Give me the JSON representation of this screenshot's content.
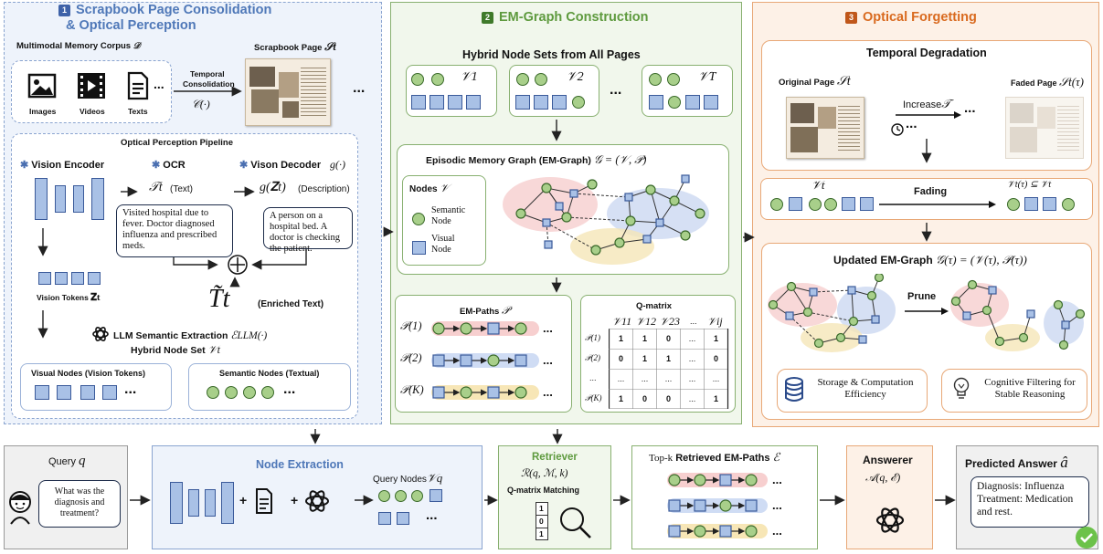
{
  "panel1": {
    "badge": "1",
    "title_line1": "Scrapbook Page Consolidation",
    "title_line2": "& Optical Perception",
    "corpus_label": "Multimodal Memory Corpus",
    "corpus_symbol": "𝒟",
    "scrapbook_label": "Scrapbook Page",
    "scrapbook_symbol": "𝒮t",
    "media": [
      "Images",
      "Videos",
      "Texts"
    ],
    "temporal_label_1": "Temporal",
    "temporal_label_2": "Consolidation",
    "consolidation_fn": "𝒞(·)",
    "ellipsis": "...",
    "pipeline_title": "Optical Perception Pipeline",
    "vision_encoder": "Vision Encoder",
    "ocr": "OCR",
    "vision_decoder": "Vison Decoder",
    "decoder_fn": "g(·)",
    "ocr_output_sym": "𝒯t",
    "ocr_output_label": "(Text)",
    "decoder_output_sym": "g(𝐙t)",
    "decoder_output_label": "(Description)",
    "ocr_callout": "Visited hospital due to fever. Doctor diagnosed influenza and prescribed meds.",
    "decoder_callout": "A person on a hospital bed. A doctor is checking the patient.",
    "vision_tokens_label": "Vision Tokens",
    "vision_tokens_sym": "𝐙t",
    "enriched_sym": "T̃t",
    "enriched_label": "(Enriched Text)",
    "llm_label": "LLM Semantic Extraction",
    "llm_fn": "ℰLLM(·)",
    "hybrid_label": "Hybrid Node Set",
    "hybrid_sym": "𝒱t",
    "visual_nodes_label": "Visual Nodes (Vision Tokens)",
    "semantic_nodes_label": "Semantic Nodes (Textual)"
  },
  "panel2": {
    "badge": "2",
    "title": "EM-Graph Construction",
    "hybrid_title": "Hybrid Node Sets from All Pages",
    "set_labels": [
      "𝒱1",
      "𝒱2",
      "𝒱T"
    ],
    "graph_title": "Episodic Memory Graph (EM-Graph)",
    "graph_sym": "𝒢 = (𝒱, 𝒫)",
    "nodes_label": "Nodes",
    "nodes_sym": "𝒱",
    "semantic_node": "Semantic Node",
    "visual_node": "Visual Node",
    "paths_title": "EM-Paths",
    "paths_sym": "𝒫",
    "path_labels": [
      "𝒫(1)",
      "𝒫(2)",
      "𝒫(K)"
    ],
    "qmatrix_title": "Q-matrix",
    "q_cols": [
      "𝒱11",
      "𝒱12",
      "𝒱23",
      "...",
      "𝒱ij"
    ],
    "q_rows": [
      {
        "label": "𝒫(1)",
        "cells": [
          "1",
          "1",
          "0",
          "...",
          "1"
        ]
      },
      {
        "label": "𝒫(2)",
        "cells": [
          "0",
          "1",
          "1",
          "...",
          "0"
        ]
      },
      {
        "label": "...",
        "cells": [
          "...",
          "...",
          "...",
          "...",
          "..."
        ]
      },
      {
        "label": "𝒫(K)",
        "cells": [
          "1",
          "0",
          "0",
          "...",
          "1"
        ]
      }
    ]
  },
  "panel3": {
    "badge": "3",
    "title": "Optical Forgetting",
    "degradation_title": "Temporal Degradation",
    "original_label": "Original Page",
    "original_sym": "𝒮t",
    "faded_label": "Faded Page",
    "faded_sym": "𝒮t(τ)",
    "increase_label": "Increase",
    "increase_sym": "𝒯",
    "vt_sym": "𝒱t",
    "fading_label": "Fading",
    "subset_sym": "𝒱t(τ) ⊆ 𝒱t",
    "updated_title": "Updated EM-Graph",
    "updated_sym": "𝒢(τ) = (𝒱(τ), 𝒫(τ))",
    "prune_label": "Prune",
    "storage_label": "Storage & Computation Efficiency",
    "cognitive_label": "Cognitive Filtering for Stable Reasoning"
  },
  "bottom": {
    "query_label": "Query",
    "query_sym": "q",
    "query_text": "What was the diagnosis and treatment?",
    "node_extraction": "Node Extraction",
    "query_nodes_label": "Query Nodes",
    "query_nodes_sym": "𝒱q",
    "retriever_title": "Retriever",
    "retriever_fn": "ℛ(q, ℳ, k)",
    "qmatrix_matching": "Q-matrix Matching",
    "retriever_bits": [
      "1",
      "0",
      "1"
    ],
    "topk_prefix": "Top-k",
    "retrieved_label": "Retrieved EM-Paths",
    "retrieved_sym": "ℰ",
    "answerer_title": "Answerer",
    "answerer_fn": "𝒜(q, ℰ)",
    "predicted_title": "Predicted Answer",
    "predicted_sym": "â",
    "answer_text": "Diagnosis: Influenza Treatment: Medication and rest."
  },
  "colors": {
    "panel1_border": "#8aa4d0",
    "panel1_bg": "#eef3fb",
    "panel1_title": "#4f78b8",
    "panel2_border": "#88b070",
    "panel2_bg": "#f1f7ec",
    "panel2_title": "#5e9a3e",
    "panel3_border": "#e8a877",
    "panel3_bg": "#fdf1e7",
    "panel3_title": "#d96a1f",
    "visual_node_fill": "#a9c1e6",
    "semantic_node_fill": "#a8cf8a"
  }
}
